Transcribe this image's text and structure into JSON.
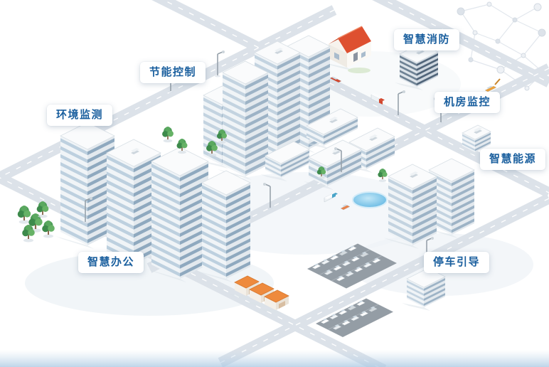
{
  "labels": [
    {
      "id": "environment-monitoring",
      "text": "环境监测"
    },
    {
      "id": "energy-saving-control",
      "text": "节能控制"
    },
    {
      "id": "smart-fire-protection",
      "text": "智慧消防"
    },
    {
      "id": "machine-room-monitoring",
      "text": "机房监控"
    },
    {
      "id": "smart-energy",
      "text": "智慧能源"
    },
    {
      "id": "smart-office",
      "text": "智慧办公"
    },
    {
      "id": "parking-guidance",
      "text": "停车引导"
    }
  ],
  "colors": {
    "label_text": "#1a5f9e",
    "label_bg": "#ffffff",
    "house_roof": "#de5030",
    "glass_stripe": "#9db3c6",
    "road": "#dce2e9",
    "pond": "#5fb5e2",
    "tree": "#4d9c58",
    "warehouse_roof": "#ee8a3d"
  }
}
